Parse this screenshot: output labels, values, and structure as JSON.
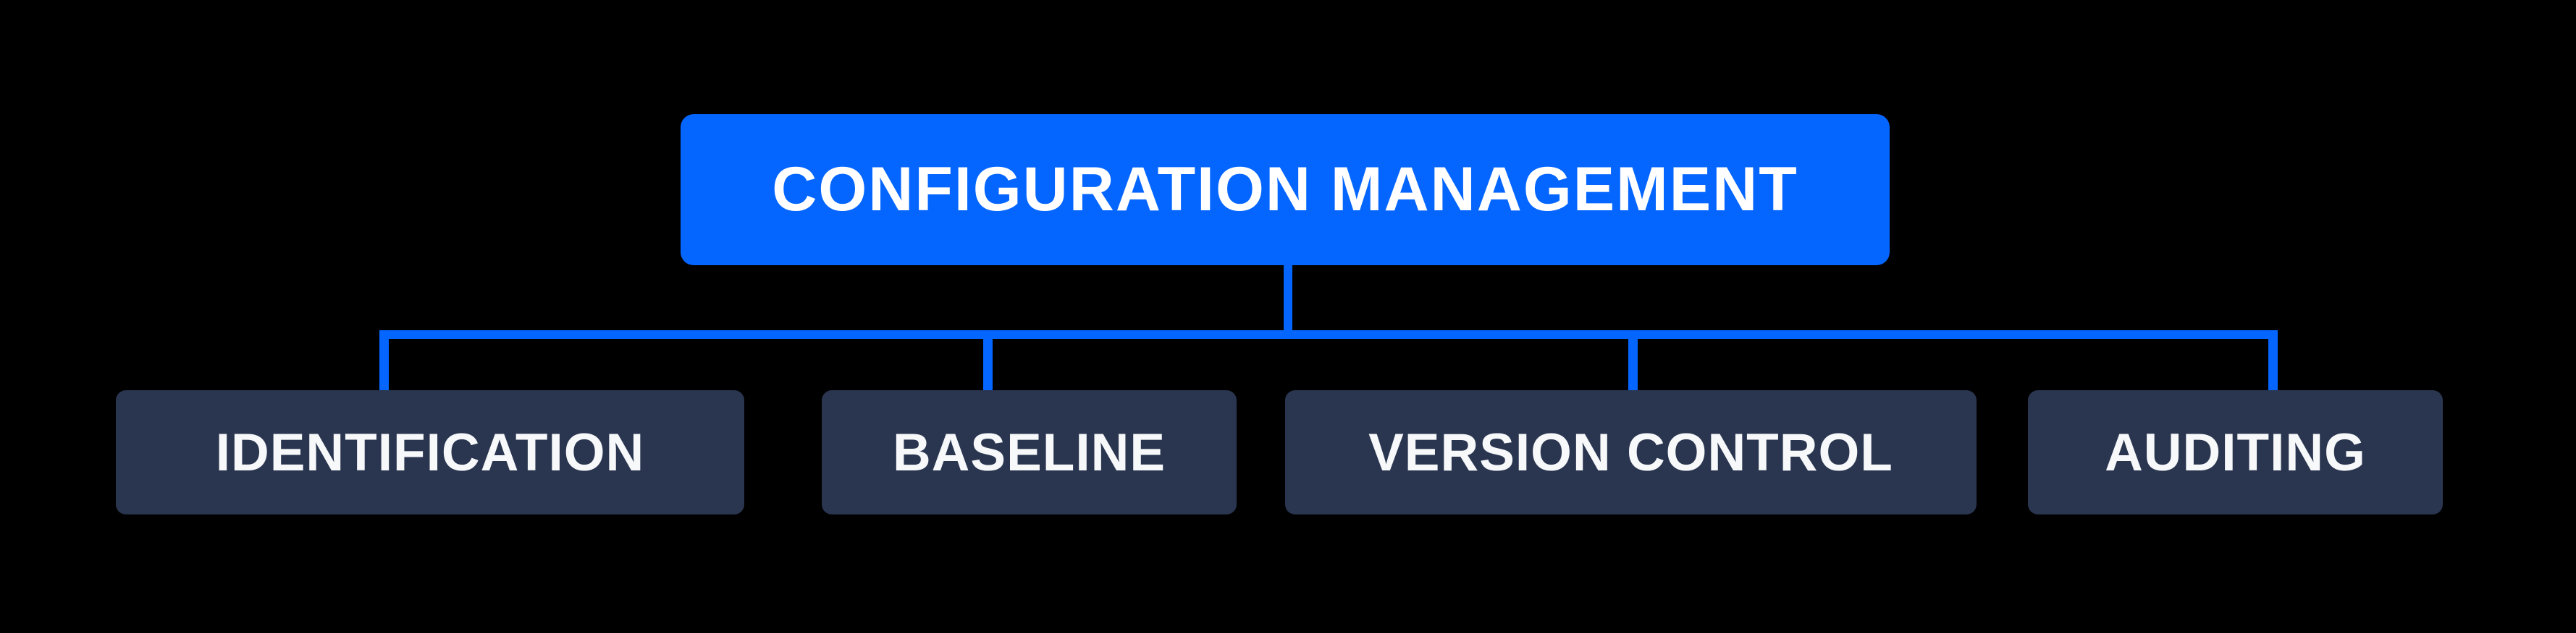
{
  "diagram": {
    "title": "Configuration management hierarchy diagram",
    "colors": {
      "background": "#000000",
      "accent_blue": "#0566FF",
      "child_navy": "#2A3650",
      "root_text": "#FFFFFF",
      "child_text": "#F7F8FA"
    },
    "root": {
      "label": "CONFIGURATION MANAGEMENT"
    },
    "children": [
      {
        "label": "IDENTIFICATION"
      },
      {
        "label": "BASELINE"
      },
      {
        "label": "VERSION CONTROL"
      },
      {
        "label": "AUDITING"
      }
    ]
  }
}
